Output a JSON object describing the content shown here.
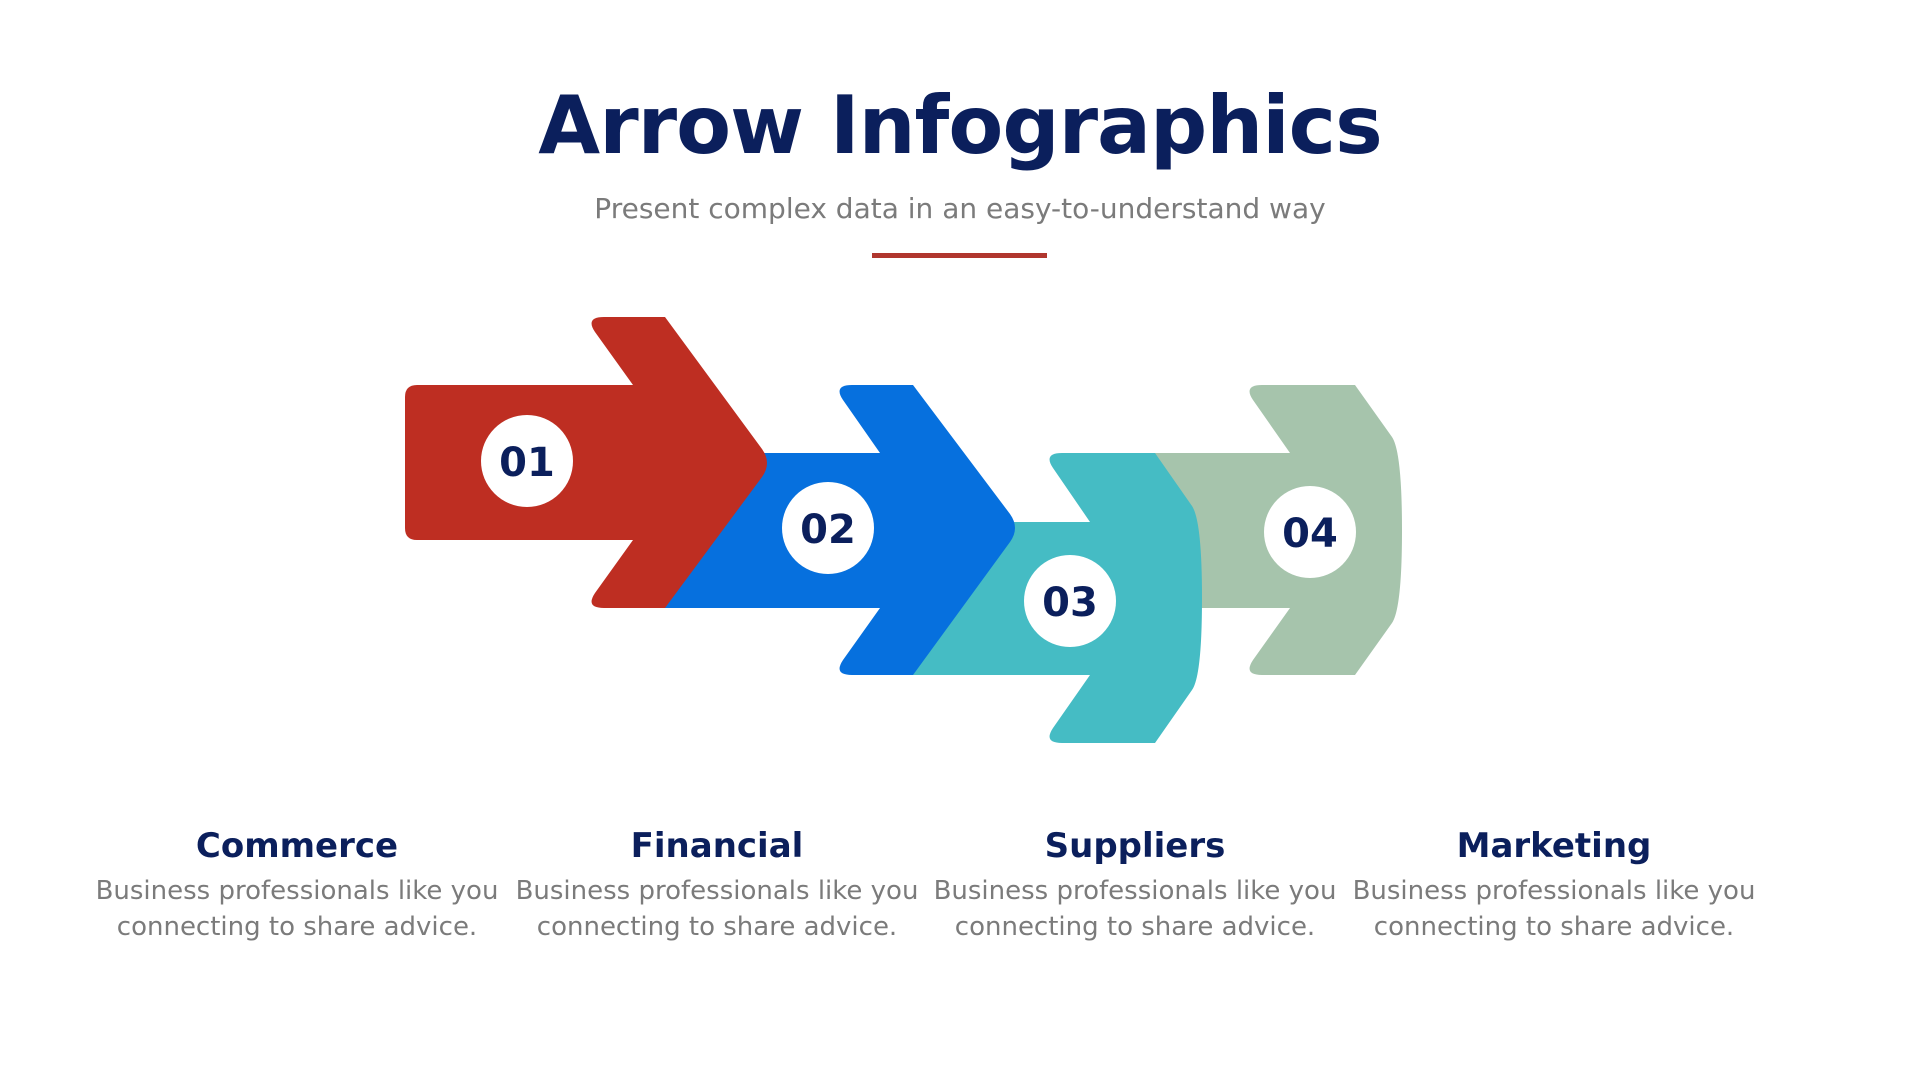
{
  "header": {
    "title": "Arrow Infographics",
    "subtitle": "Present complex data in an easy-to-understand way",
    "divider_color": "#B0362E"
  },
  "steps": [
    {
      "number": "01",
      "color": "#BE2E22",
      "title": "Commerce",
      "description_line1": "Business professionals like you",
      "description_line2": "connecting to share advice."
    },
    {
      "number": "02",
      "color": "#0670DE",
      "title": "Financial",
      "description_line1": "Business professionals like you",
      "description_line2": "connecting to share advice."
    },
    {
      "number": "03",
      "color": "#45BCC4",
      "title": "Suppliers",
      "description_line1": "Business professionals like you",
      "description_line2": "connecting to share advice."
    },
    {
      "number": "04",
      "color": "#A6C4AC",
      "title": "Marketing",
      "description_line1": "Business professionals like you",
      "description_line2": "connecting to share advice."
    }
  ],
  "colors": {
    "heading": "#0B1F5C",
    "body_text": "#7B7B7B",
    "background": "#FFFFFF"
  }
}
